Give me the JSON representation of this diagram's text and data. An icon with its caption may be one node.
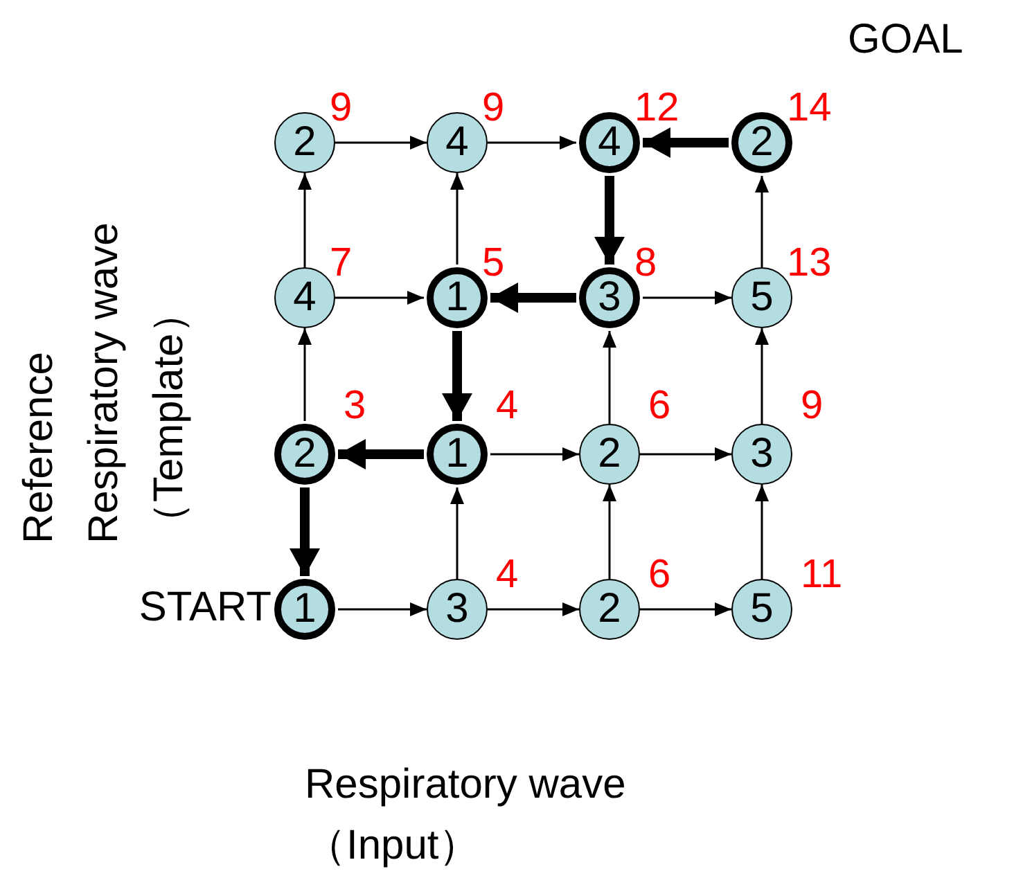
{
  "diagram": {
    "nodes": [
      {
        "text": [
          "2"
        ],
        "beside": [
          "9"
        ]
      },
      {
        "text": [
          "4"
        ],
        "beside": [
          "9"
        ]
      },
      {
        "text": [
          "4"
        ],
        "beside": [
          "12"
        ]
      },
      {
        "text": [
          "2"
        ],
        "beside": [
          "14"
        ]
      },
      {
        "text": [
          "4"
        ],
        "beside": [
          "7"
        ]
      },
      {
        "text": [
          "1"
        ],
        "beside": [
          "5"
        ]
      },
      {
        "text": [
          "3"
        ],
        "beside": [
          "8"
        ]
      },
      {
        "text": [
          "5"
        ],
        "beside": [
          "13"
        ]
      },
      {
        "text": [
          "2"
        ],
        "beside": [
          "3"
        ]
      },
      {
        "text": [
          "1"
        ],
        "beside": [
          "4"
        ]
      },
      {
        "text": [
          "2"
        ],
        "beside": [
          "6"
        ]
      },
      {
        "text": [
          "3"
        ],
        "beside": [
          "9"
        ]
      },
      {
        "text": [
          "1"
        ]
      },
      {
        "text": [
          "3"
        ],
        "beside": [
          "4"
        ]
      },
      {
        "text": [
          "2"
        ],
        "beside": [
          "6"
        ]
      },
      {
        "text": [
          "5"
        ],
        "beside": [
          "11"
        ]
      }
    ],
    "edges": [
      {
        "from": 0,
        "to": 1,
        "arrow": "to"
      },
      {
        "from": 1,
        "to": 2,
        "arrow": "to"
      },
      {
        "from": 4,
        "to": 5,
        "arrow": "to"
      },
      {
        "from": 6,
        "to": 7,
        "arrow": "to"
      },
      {
        "from": 9,
        "to": 10,
        "arrow": "to"
      },
      {
        "from": 10,
        "to": 11,
        "arrow": "to"
      },
      {
        "from": 12,
        "to": 13,
        "arrow": "to"
      },
      {
        "from": 13,
        "to": 14,
        "arrow": "to"
      },
      {
        "from": 14,
        "to": 15,
        "arrow": "to"
      },
      {
        "from": 8,
        "to": 4,
        "arrow": "to"
      },
      {
        "from": 4,
        "to": 0,
        "arrow": "to"
      },
      {
        "from": 13,
        "to": 9,
        "arrow": "to"
      },
      {
        "from": 5,
        "to": 1,
        "arrow": "to"
      },
      {
        "from": 14,
        "to": 10,
        "arrow": "to"
      },
      {
        "from": 10,
        "to": 6,
        "arrow": "to"
      },
      {
        "from": 15,
        "to": 11,
        "arrow": "to"
      },
      {
        "from": 11,
        "to": 7,
        "arrow": "to"
      },
      {
        "from": 7,
        "to": 3,
        "arrow": "to"
      },
      {
        "from": 3,
        "to": 2,
        "arrow": "to",
        "style": "thick"
      },
      {
        "from": 2,
        "to": 6,
        "arrow": "to",
        "style": "thick"
      },
      {
        "from": 6,
        "to": 5,
        "arrow": "to",
        "style": "thick"
      },
      {
        "from": 5,
        "to": 9,
        "arrow": "to",
        "style": "thick"
      },
      {
        "from": 9,
        "to": 8,
        "arrow": "to",
        "style": "thick"
      },
      {
        "from": 8,
        "to": 12,
        "arrow": "to",
        "style": "thick"
      }
    ],
    "labels": [
      "GOAL",
      "Reference Respiratory wave （Template）",
      "START",
      "Respiratory wave （Input）"
    ]
  }
}
